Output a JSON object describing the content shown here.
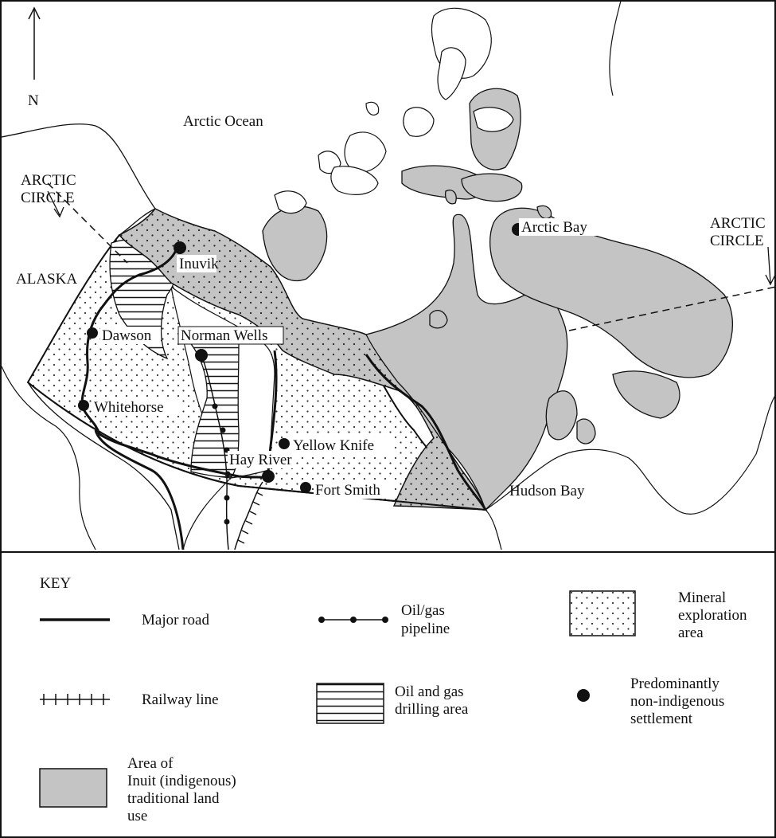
{
  "map": {
    "labels": {
      "north": "N",
      "arctic_ocean": "Arctic Ocean",
      "arctic_circle_west_line1": "ARCTIC",
      "arctic_circle_west_line2": "CIRCLE",
      "arctic_circle_east_line1": "ARCTIC",
      "arctic_circle_east_line2": "CIRCLE",
      "alaska": "ALASKA",
      "hudson_bay": "Hudson Bay"
    },
    "settlements": {
      "inuvik": "Inuvik",
      "dawson": "Dawson",
      "norman_wells": "Norman Wells",
      "whitehorse": "Whitehorse",
      "yellow_knife": "Yellow Knife",
      "hay_river": "Hay River",
      "fort_smith": "Fort Smith",
      "arctic_bay": "Arctic Bay"
    }
  },
  "key": {
    "title": "KEY",
    "major_road": "Major road",
    "railway_line": "Railway line",
    "pipeline_1": "Oil/gas",
    "pipeline_2": "pipeline",
    "drilling_1": "Oil and gas",
    "drilling_2": "drilling area",
    "mineral_1": "Mineral",
    "mineral_2": "exploration",
    "mineral_3": "area",
    "settlement_1": "Predominantly",
    "settlement_2": "non-indigenous",
    "settlement_3": "settlement",
    "inuit_1": "Area of",
    "inuit_2": "Inuit (indigenous)",
    "inuit_3": "traditional land",
    "inuit_4": "use"
  },
  "colors": {
    "inuit_fill": "#c4c4c4",
    "ink": "#111111"
  }
}
